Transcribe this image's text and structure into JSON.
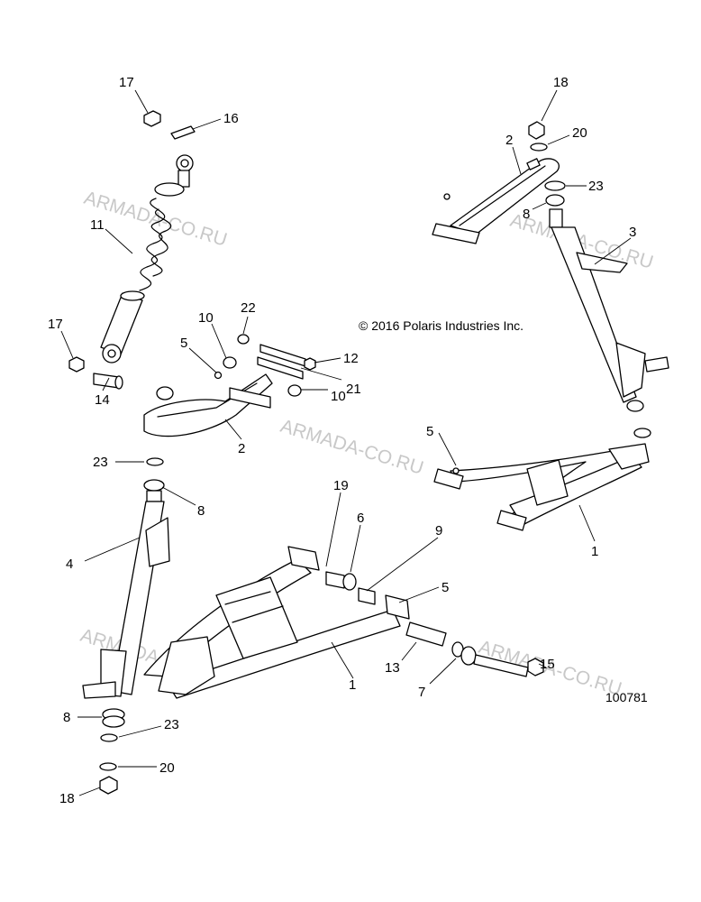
{
  "diagram": {
    "copyright": "© 2016 Polaris Industries Inc.",
    "figure_number": "100781",
    "watermark": "ARMADA-CO.RU",
    "callouts": {
      "c1a": "1",
      "c1b": "1",
      "c2a": "2",
      "c2b": "2",
      "c3": "3",
      "c4": "4",
      "c5a": "5",
      "c5b": "5",
      "c5c": "5",
      "c6": "6",
      "c7": "7",
      "c8a": "8",
      "c8b": "8",
      "c8c": "8",
      "c9": "9",
      "c10a": "10",
      "c10b": "10",
      "c11": "11",
      "c12": "12",
      "c13": "13",
      "c14": "14",
      "c15": "15",
      "c16": "16",
      "c17a": "17",
      "c17b": "17",
      "c18a": "18",
      "c18b": "18",
      "c19": "19",
      "c20a": "20",
      "c20b": "20",
      "c21": "21",
      "c22": "22",
      "c23a": "23",
      "c23b": "23",
      "c23c": "23"
    }
  }
}
